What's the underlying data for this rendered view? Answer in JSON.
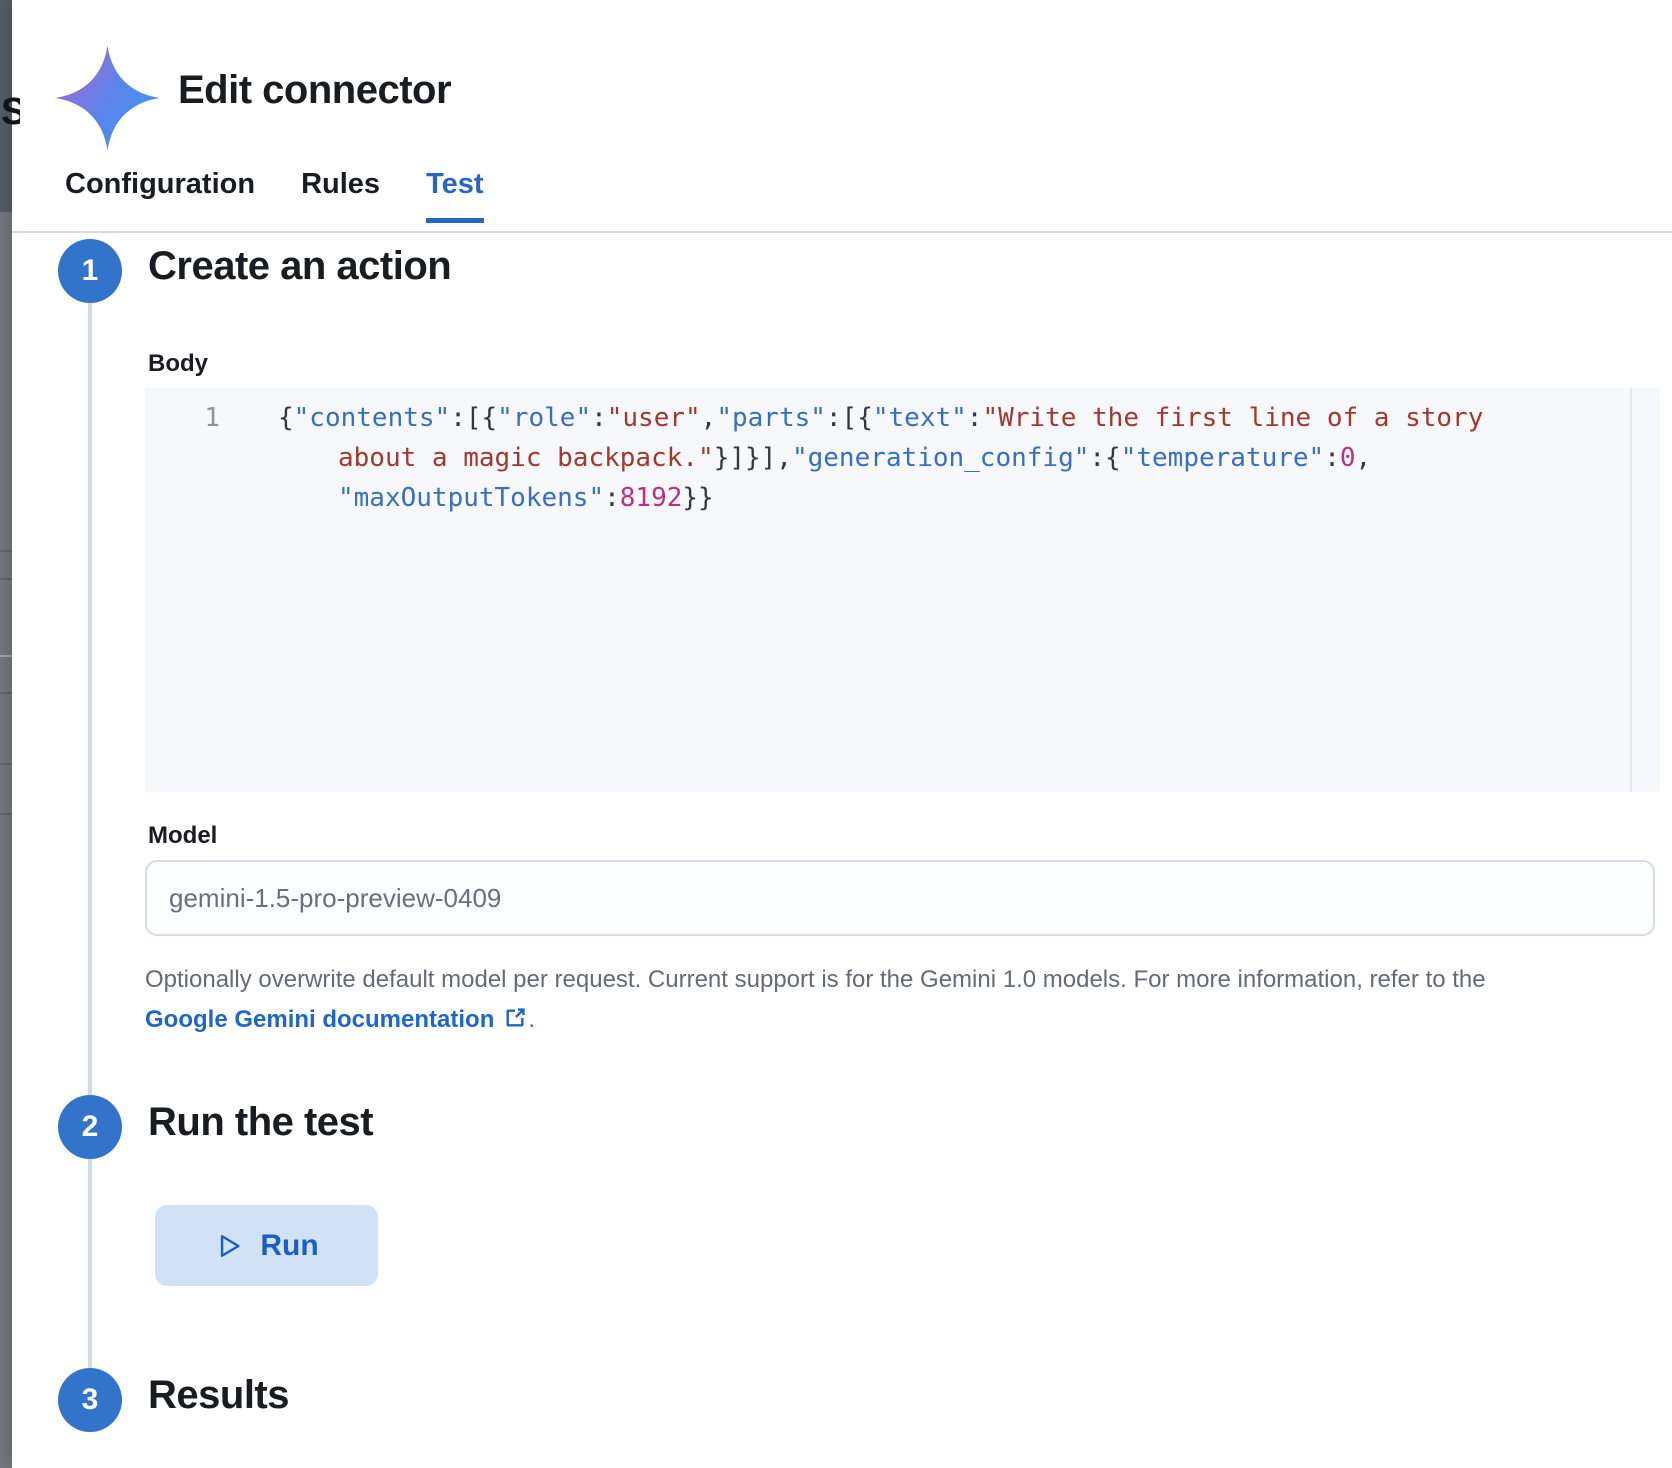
{
  "background": {
    "partial_text": "S"
  },
  "header": {
    "title": "Edit connector"
  },
  "tabs": [
    {
      "label": "Configuration",
      "active": false
    },
    {
      "label": "Rules",
      "active": false
    },
    {
      "label": "Test",
      "active": true
    }
  ],
  "steps": [
    {
      "number": "1",
      "title": "Create an action"
    },
    {
      "number": "2",
      "title": "Run the test"
    },
    {
      "number": "3",
      "title": "Results"
    }
  ],
  "body_field": {
    "label": "Body",
    "line_number": "1"
  },
  "code": {
    "rows": [
      {
        "segments": [
          {
            "t": "{"
          },
          {
            "t": "\"contents\""
          },
          {
            "t": ":[{"
          },
          {
            "t": "\"role\""
          },
          {
            "t": ":"
          },
          {
            "t": "\"user\""
          },
          {
            "t": ","
          },
          {
            "t": "\"parts\""
          },
          {
            "t": ":[{"
          },
          {
            "t": "\"text\""
          },
          {
            "t": ":"
          },
          {
            "t": "\"Write the first line of a story"
          }
        ]
      },
      {
        "segments": [
          {
            "t": "about a magic backpack.\""
          },
          {
            "t": "}]}],"
          },
          {
            "t": "\"generation_config\""
          },
          {
            "t": ":{"
          },
          {
            "t": "\"temperature\""
          },
          {
            "t": ":"
          },
          {
            "t": "0"
          },
          {
            "t": ","
          }
        ]
      },
      {
        "segments": [
          {
            "t": "\"maxOutputTokens\""
          },
          {
            "t": ":"
          },
          {
            "t": "8192"
          },
          {
            "t": "}}"
          }
        ]
      }
    ]
  },
  "model_field": {
    "label": "Model",
    "value": "gemini-1.5-pro-preview-0409"
  },
  "help": {
    "text": "Optionally overwrite default model per request. Current support is for the Gemini 1.0 models. For more information, refer to the",
    "link_label": "Google Gemini documentation",
    "suffix": "."
  },
  "run": {
    "label": "Run"
  },
  "colors": {
    "accent_blue": "#2666c5",
    "step_circle_blue": "#3374cb",
    "run_button_bg": "#d1e2f6",
    "run_button_text": "#1c5fc2",
    "link_blue": "#1f66c9",
    "code_key": "#366fc5",
    "code_string": "#a5372e",
    "code_number": "#bc2f82",
    "code_punctuation": "#343741",
    "code_background": "#f7f8fb"
  }
}
